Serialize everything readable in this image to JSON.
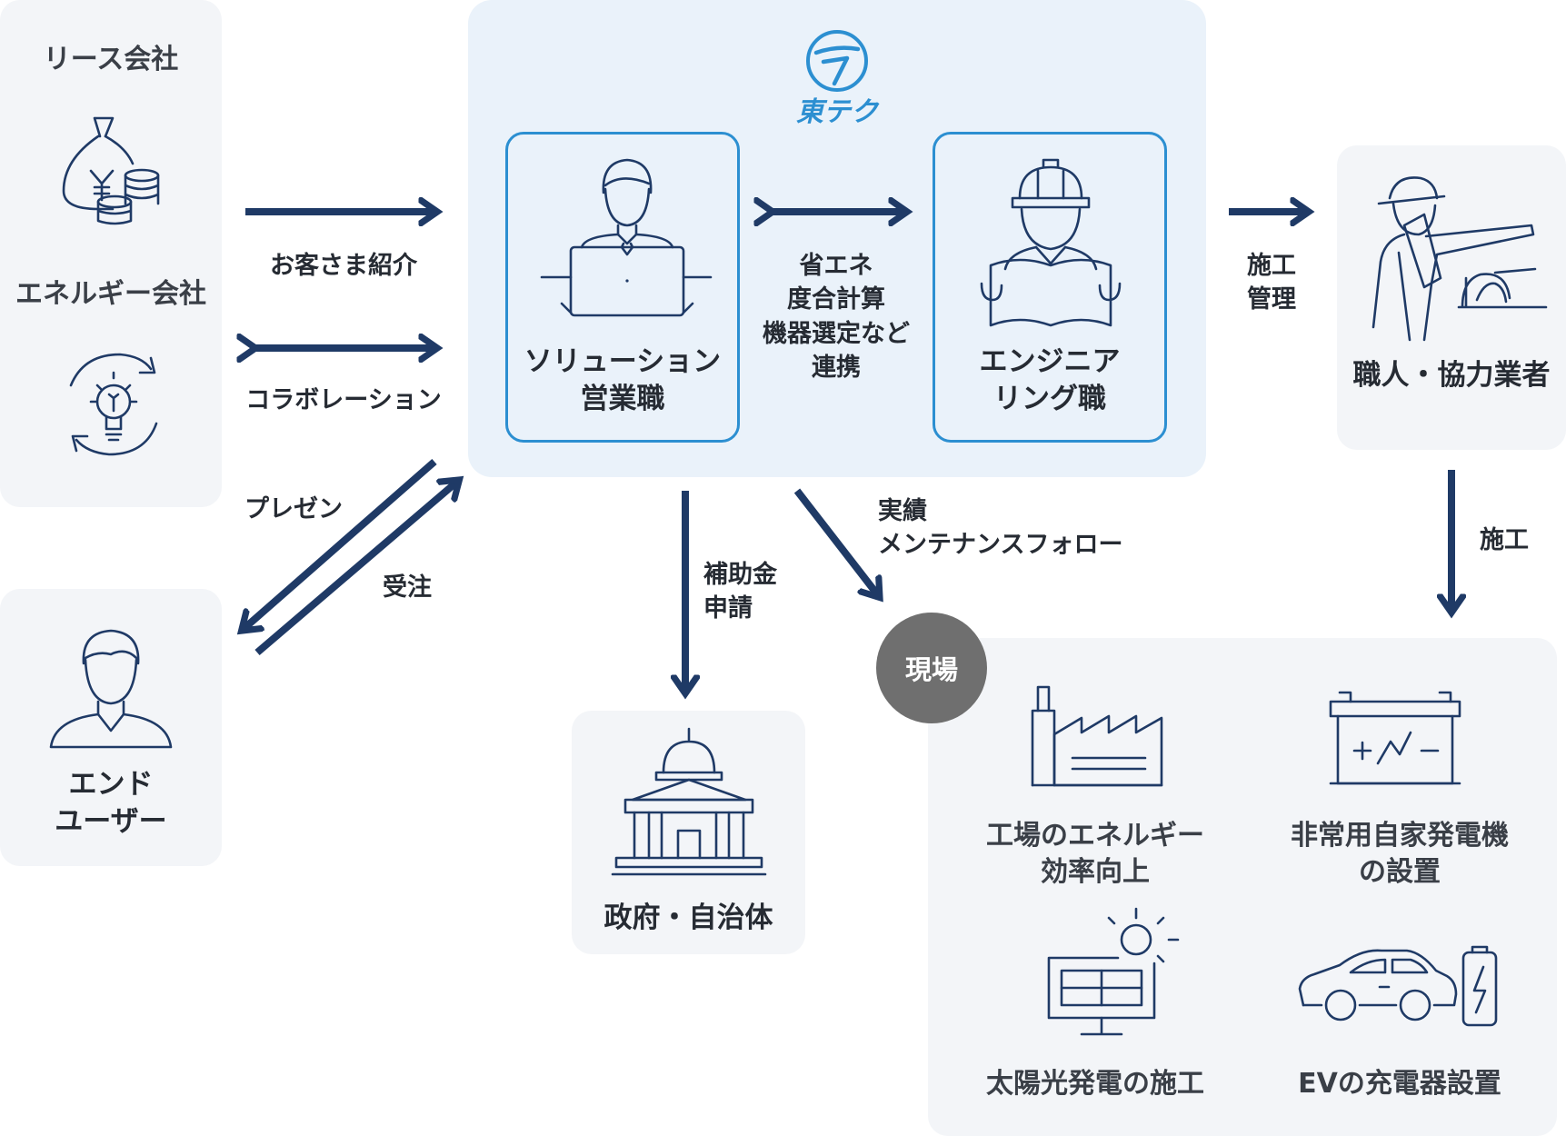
{
  "colors": {
    "arrow": "#1f3a66",
    "accent": "#2c8fd1",
    "panel": "#f3f5f8",
    "company_panel": "#eaf2fa",
    "site_badge": "#6f6f6f"
  },
  "left": {
    "lease": "リース会社",
    "energy": "エネルギー会社",
    "end_user": [
      "エンド",
      "ユーザー"
    ]
  },
  "company": {
    "logo_text": "東テク",
    "solution": [
      "ソリューション",
      "営業職"
    ],
    "engineering": [
      "エンジニア",
      "リング職"
    ],
    "link": [
      "省エネ",
      "度合計算",
      "機器選定など",
      "連携"
    ]
  },
  "arrows": {
    "referral": "お客さま紹介",
    "collab": "コラボレーション",
    "presen": "プレゼン",
    "order": "受注",
    "subsidy": [
      "補助金",
      "申請"
    ],
    "followup": [
      "実績",
      "メンテナンスフォロー"
    ],
    "manage": [
      "施工",
      "管理"
    ],
    "construct": "施工"
  },
  "partners": "職人・協力業者",
  "government": "政府・自治体",
  "site": {
    "badge": "現場",
    "items": [
      [
        "工場のエネルギー",
        "効率向上"
      ],
      [
        "非常用自家発電機",
        "の設置"
      ],
      [
        "太陽光発電の施工"
      ],
      [
        "EVの充電器設置"
      ]
    ]
  },
  "icons": [
    "money-bag-icon",
    "lightbulb-cycle-icon",
    "user-icon",
    "businessman-laptop-icon",
    "engineer-blueprint-icon",
    "worker-hardhat-icon",
    "government-building-icon",
    "factory-icon",
    "battery-generator-icon",
    "solar-panel-icon",
    "electric-car-icon"
  ]
}
